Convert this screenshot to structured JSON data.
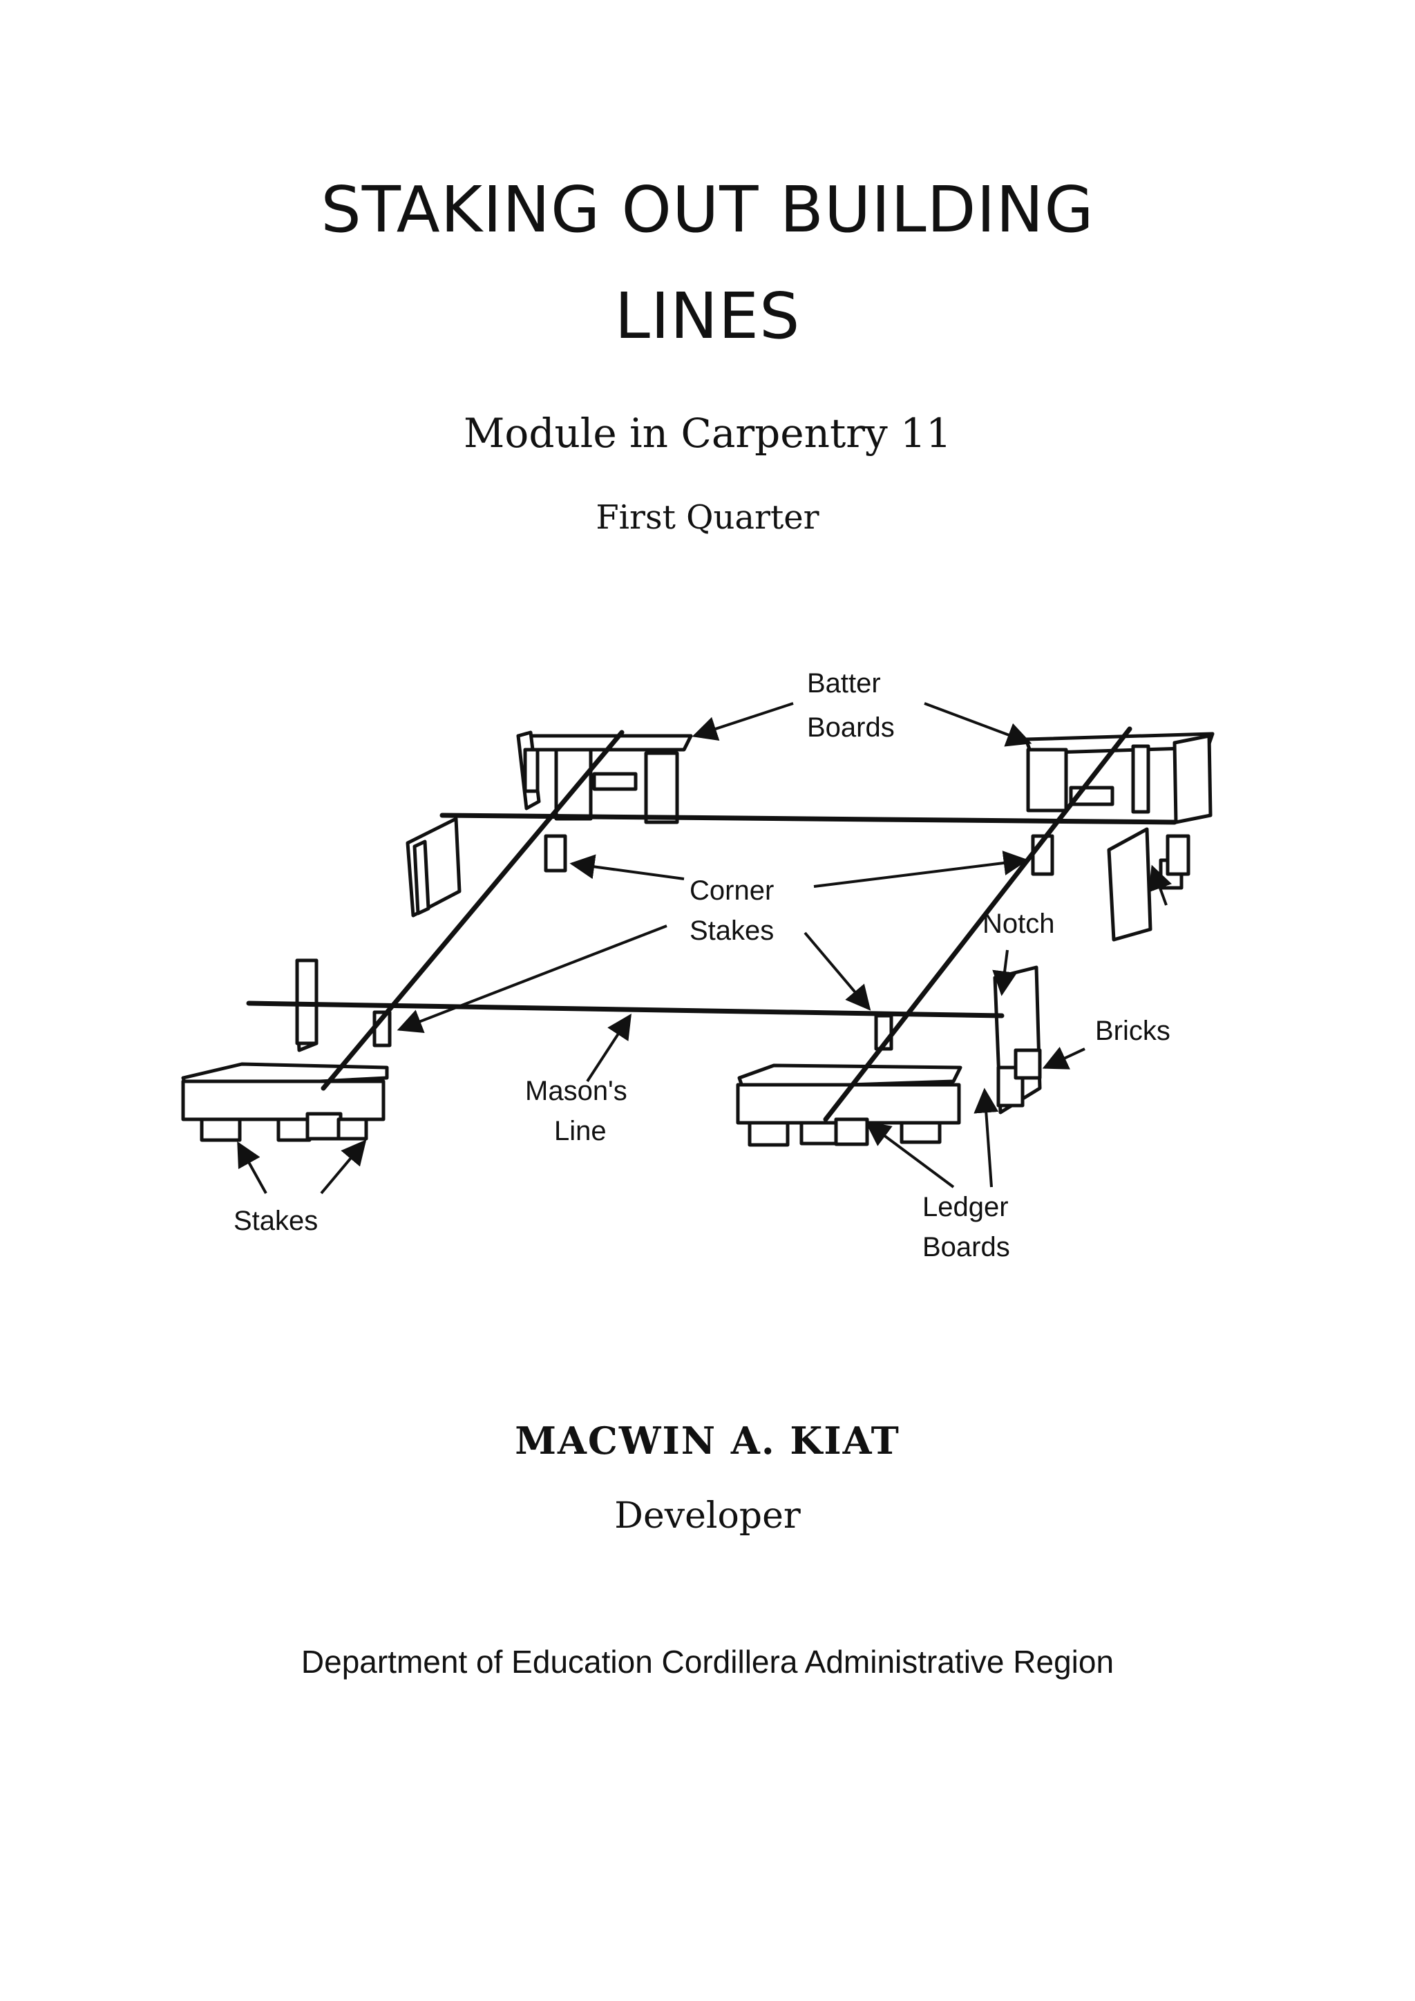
{
  "title": {
    "line1": "STAKING OUT BUILDING",
    "line2": "LINES"
  },
  "subtitle": "Module in Carpentry 11",
  "quarter": "First Quarter",
  "diagram": {
    "labels": {
      "batter_1": "Batter",
      "batter_2": "Boards",
      "corner_1": "Corner",
      "corner_2": "Stakes",
      "notch": "Notch",
      "bricks": "Bricks",
      "mason_1": "Mason's",
      "mason_2": "Line",
      "stakes": "Stakes",
      "ledger_1": "Ledger",
      "ledger_2": "Boards"
    }
  },
  "author": {
    "name": "MACWIN A. KIAT",
    "role": "Developer"
  },
  "organization": "Department of Education Cordillera Administrative Region"
}
